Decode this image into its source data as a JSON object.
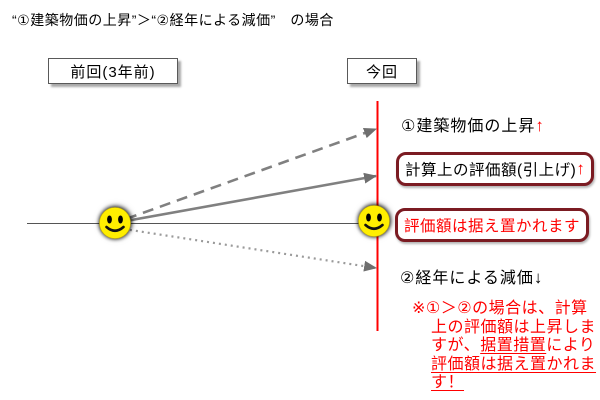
{
  "title": "“①建築物価の上昇”＞“②経年による減価”　の場合",
  "timeline": {
    "previous_label": "前回(3年前)",
    "current_label": "今回"
  },
  "annotations": {
    "price_rise": {
      "text": "①建築物価の上昇",
      "arrow": "↑"
    },
    "calc_value": {
      "text": "計算上の評価額(引上げ)",
      "arrow": "↑"
    },
    "fixed_value": {
      "text": "評価額は据え置かれます"
    },
    "depreciation": {
      "text": "②経年による減価",
      "arrow": "↓"
    }
  },
  "note": {
    "lines": [
      [
        {
          "t": "※①＞②の場合は、計算"
        }
      ],
      [
        {
          "t": "上の評価額は上昇しま"
        }
      ],
      [
        {
          "t": "すが、"
        },
        {
          "t": "据置措置",
          "u": true
        },
        {
          "t": "により"
        }
      ],
      [
        {
          "t": "評価額は据え置かれま",
          "u": true
        }
      ],
      [
        {
          "t": "す！",
          "u": true
        }
      ]
    ]
  },
  "icons": {
    "left_smiley": "smiley-face-icon",
    "right_smiley": "smiley-face-icon",
    "up_arrow": "↑",
    "down_arrow": "↓"
  },
  "colors": {
    "accent_red": "#FF0000",
    "box_border_maroon": "#7B1B22",
    "arrow_gray": "#7f7f7f",
    "smiley_yellow": "#FFEE00",
    "line_gray": "#555555"
  }
}
